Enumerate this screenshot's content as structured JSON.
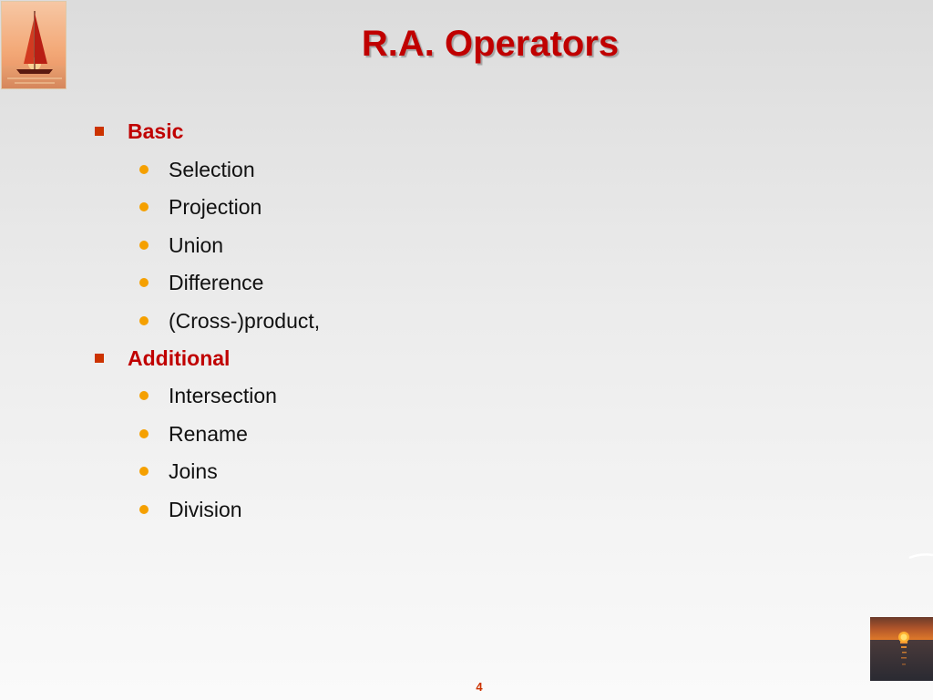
{
  "slide": {
    "title": "R.A. Operators",
    "page_number": "4",
    "sections": [
      {
        "heading": "Basic",
        "items": [
          "Selection",
          "Projection",
          "Union",
          "Difference",
          "(Cross-)product,"
        ]
      },
      {
        "heading": "Additional",
        "items": [
          "Intersection",
          "Rename",
          "Joins",
          "Division"
        ]
      }
    ]
  },
  "colors": {
    "title": "#c00000",
    "heading": "#c00000",
    "square_bullet": "#cc3300",
    "round_bullet": "#f5a000",
    "body_text": "#111111"
  },
  "icons": {
    "top_left": "sailboat-sunset-icon",
    "bottom_right": "sunset-sea-icon",
    "level1_bullet": "square-bullet-icon",
    "level2_bullet": "round-bullet-icon"
  }
}
